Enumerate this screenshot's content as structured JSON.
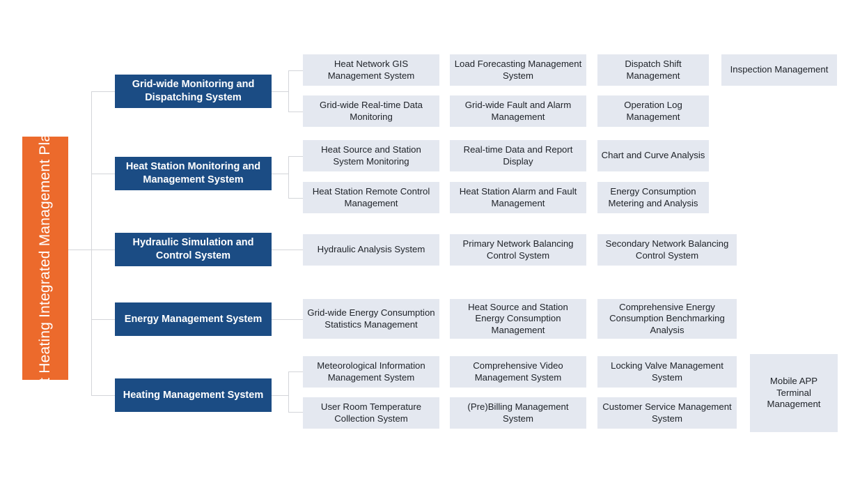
{
  "colors": {
    "root": "#ec6a2c",
    "category": "#1b4c84",
    "leaf": "#e4e8f0",
    "line": "#d3d5d9",
    "background": "#ffffff",
    "category_text": "#ffffff",
    "leaf_text": "#20242a"
  },
  "root": {
    "label": "Smart Heating Integrated Management Platform"
  },
  "categories": [
    {
      "label": "Grid-wide Monitoring and Dispatching System",
      "leaves": [
        "Heat Network GIS Management System",
        "Load Forecasting Management System",
        "Dispatch Shift Management",
        "Inspection Management",
        "Grid-wide Real-time Data Monitoring",
        "Grid-wide Fault and Alarm Management",
        "Operation Log Management"
      ]
    },
    {
      "label": "Heat Station Monitoring and Management System",
      "leaves": [
        "Heat Source and Station System Monitoring",
        "Real-time Data and Report Display",
        "Chart and Curve Analysis",
        "Heat Station Remote Control Management",
        "Heat Station Alarm and Fault Management",
        "Energy Consumption Metering and Analysis"
      ]
    },
    {
      "label": "Hydraulic Simulation and Control System",
      "leaves": [
        "Hydraulic Analysis System",
        "Primary Network Balancing Control System",
        "Secondary Network Balancing Control System"
      ]
    },
    {
      "label": "Energy Management System",
      "leaves": [
        "Grid-wide Energy Consumption Statistics Management",
        "Heat Source and Station Energy Consumption Management",
        "Comprehensive Energy Consumption Benchmarking Analysis"
      ]
    },
    {
      "label": "Heating Management System",
      "leaves": [
        "Meteorological Information Management System",
        "Comprehensive Video Management System",
        "Locking Valve Management System",
        "Mobile APP Terminal Management",
        "User Room Temperature Collection System",
        "(Pre)Billing Management System",
        "Customer Service Management System"
      ]
    }
  ]
}
